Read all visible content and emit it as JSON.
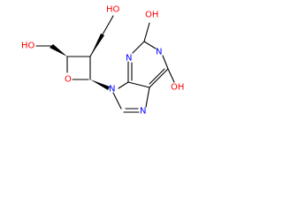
{
  "molecule": {
    "colors": {
      "carbon_bond": "#000000",
      "oxygen": "#ff0000",
      "nitrogen": "#0000ff",
      "background": "#ffffff"
    },
    "labels": {
      "ch2oh_upper": "HO",
      "ch2oh_left": "HO",
      "ring_oxygen": "O",
      "n9": "N",
      "n7": "N",
      "n1": "N",
      "n3": "N",
      "c2_oh": "OH",
      "c6_oh": "OH"
    }
  }
}
